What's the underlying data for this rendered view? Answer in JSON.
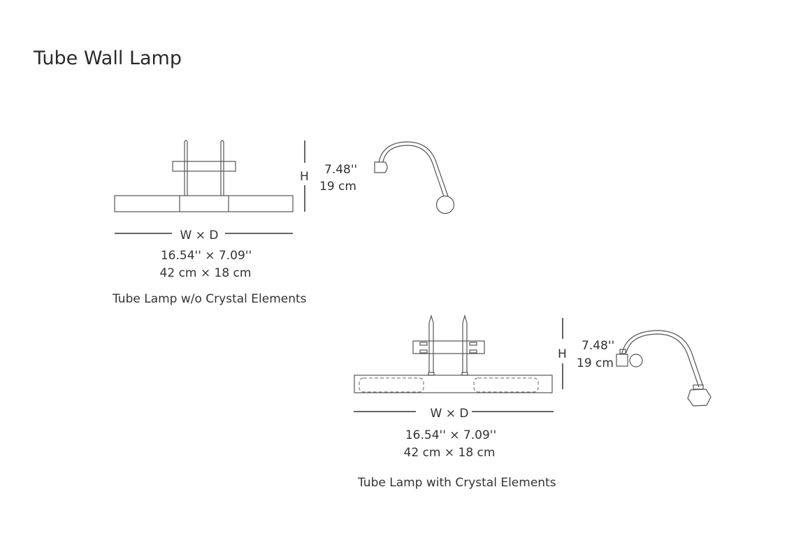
{
  "title": "Tube Wall Lamp",
  "variants": [
    {
      "name": "Tube Lamp w/o Crystal Elements",
      "height_label": "H",
      "height_in": "7.48''",
      "height_cm": "19 cm",
      "width_label": "W × D",
      "dims_in": "16.54'' × 7.09''",
      "dims_cm": "42 cm × 18 cm"
    },
    {
      "name": "Tube Lamp with Crystal Elements",
      "height_label": "H",
      "height_in": "7.48''",
      "height_cm": "19 cm",
      "width_label": "W × D",
      "dims_in": "16.54'' × 7.09''",
      "dims_cm": "42 cm × 18 cm"
    }
  ]
}
